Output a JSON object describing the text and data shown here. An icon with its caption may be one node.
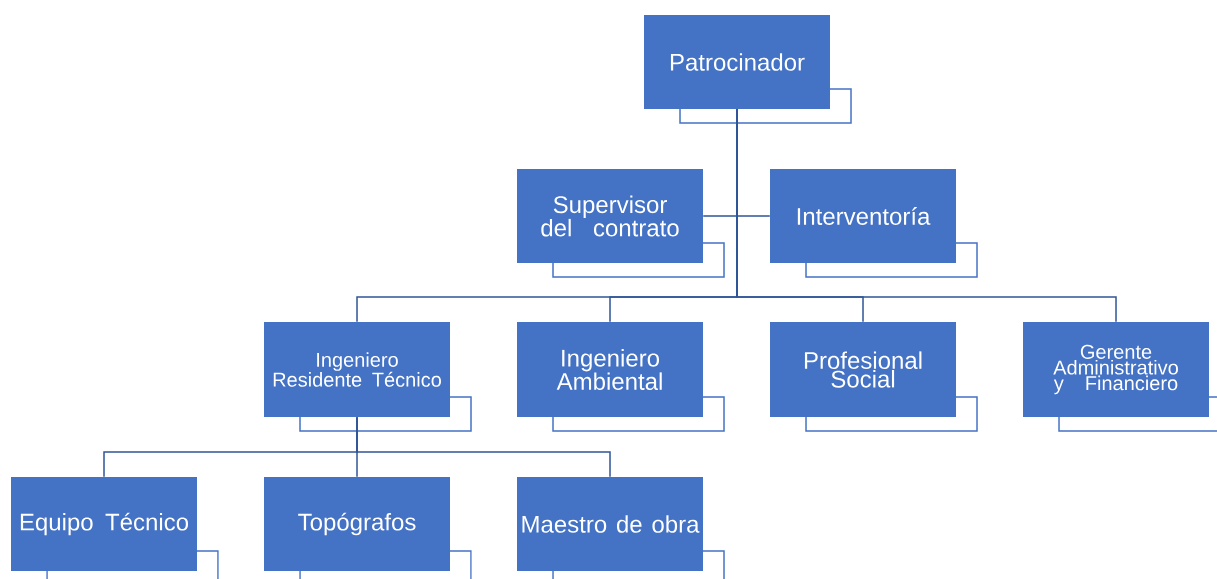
{
  "diagram": {
    "nodes": [
      {
        "text": [
          "Patrocinador"
        ]
      },
      {
        "text": [
          "Supervisor del contrato"
        ]
      },
      {
        "text": [
          "Interventoría"
        ]
      },
      {
        "text": [
          "Ingeniero Residente Técnico"
        ]
      },
      {
        "text": [
          "Ingeniero Ambiental"
        ]
      },
      {
        "text": [
          "Profesional Social"
        ]
      },
      {
        "text": [
          "Gerente Administrativo y Financiero"
        ]
      },
      {
        "text": [
          "Equipo Técnico"
        ]
      },
      {
        "text": [
          "Topógrafos"
        ]
      },
      {
        "text": [
          "Maestro de obra"
        ]
      }
    ],
    "edges": [
      {
        "from": 0,
        "to": 1,
        "arrow": "none"
      },
      {
        "from": 0,
        "to": 2,
        "arrow": "none"
      },
      {
        "from": 0,
        "to": 3,
        "arrow": "none"
      },
      {
        "from": 0,
        "to": 4,
        "arrow": "none"
      },
      {
        "from": 0,
        "to": 5,
        "arrow": "none"
      },
      {
        "from": 0,
        "to": 6,
        "arrow": "none"
      },
      {
        "from": 3,
        "to": 7,
        "arrow": "none"
      },
      {
        "from": 3,
        "to": 8,
        "arrow": "none"
      },
      {
        "from": 3,
        "to": 9,
        "arrow": "none"
      }
    ]
  }
}
